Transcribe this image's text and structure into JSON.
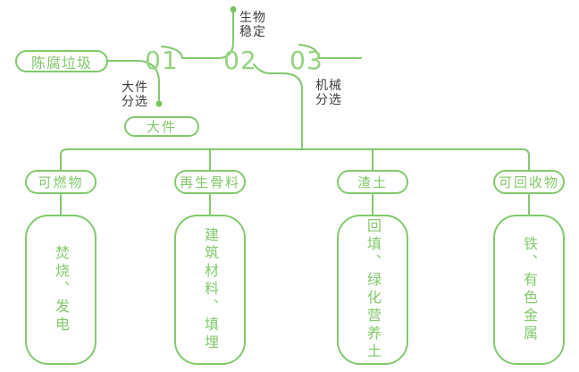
{
  "diagram": {
    "title_semantic": "aged-refuse-treatment-flow",
    "root": {
      "label": "陈腐垃圾"
    },
    "steps": [
      {
        "number": "01",
        "label": "大件\n分选",
        "output": "大件"
      },
      {
        "number": "02",
        "label": "生物\n稳定"
      },
      {
        "number": "03",
        "label": "机械\n分选"
      }
    ],
    "branches": [
      {
        "category": "可燃物",
        "detail": "焚烧、发电"
      },
      {
        "category": "再生骨料",
        "detail": "建筑材料、填埋"
      },
      {
        "category": "渣土",
        "detail": "回填、绿化营养土"
      },
      {
        "category": "可回收物",
        "detail": "铁、有色金属"
      }
    ],
    "colors": {
      "line_green": "#82c96c",
      "number_green": "#95d37f",
      "label_dark": "#3d3d3d",
      "background": "#ffffff"
    }
  }
}
